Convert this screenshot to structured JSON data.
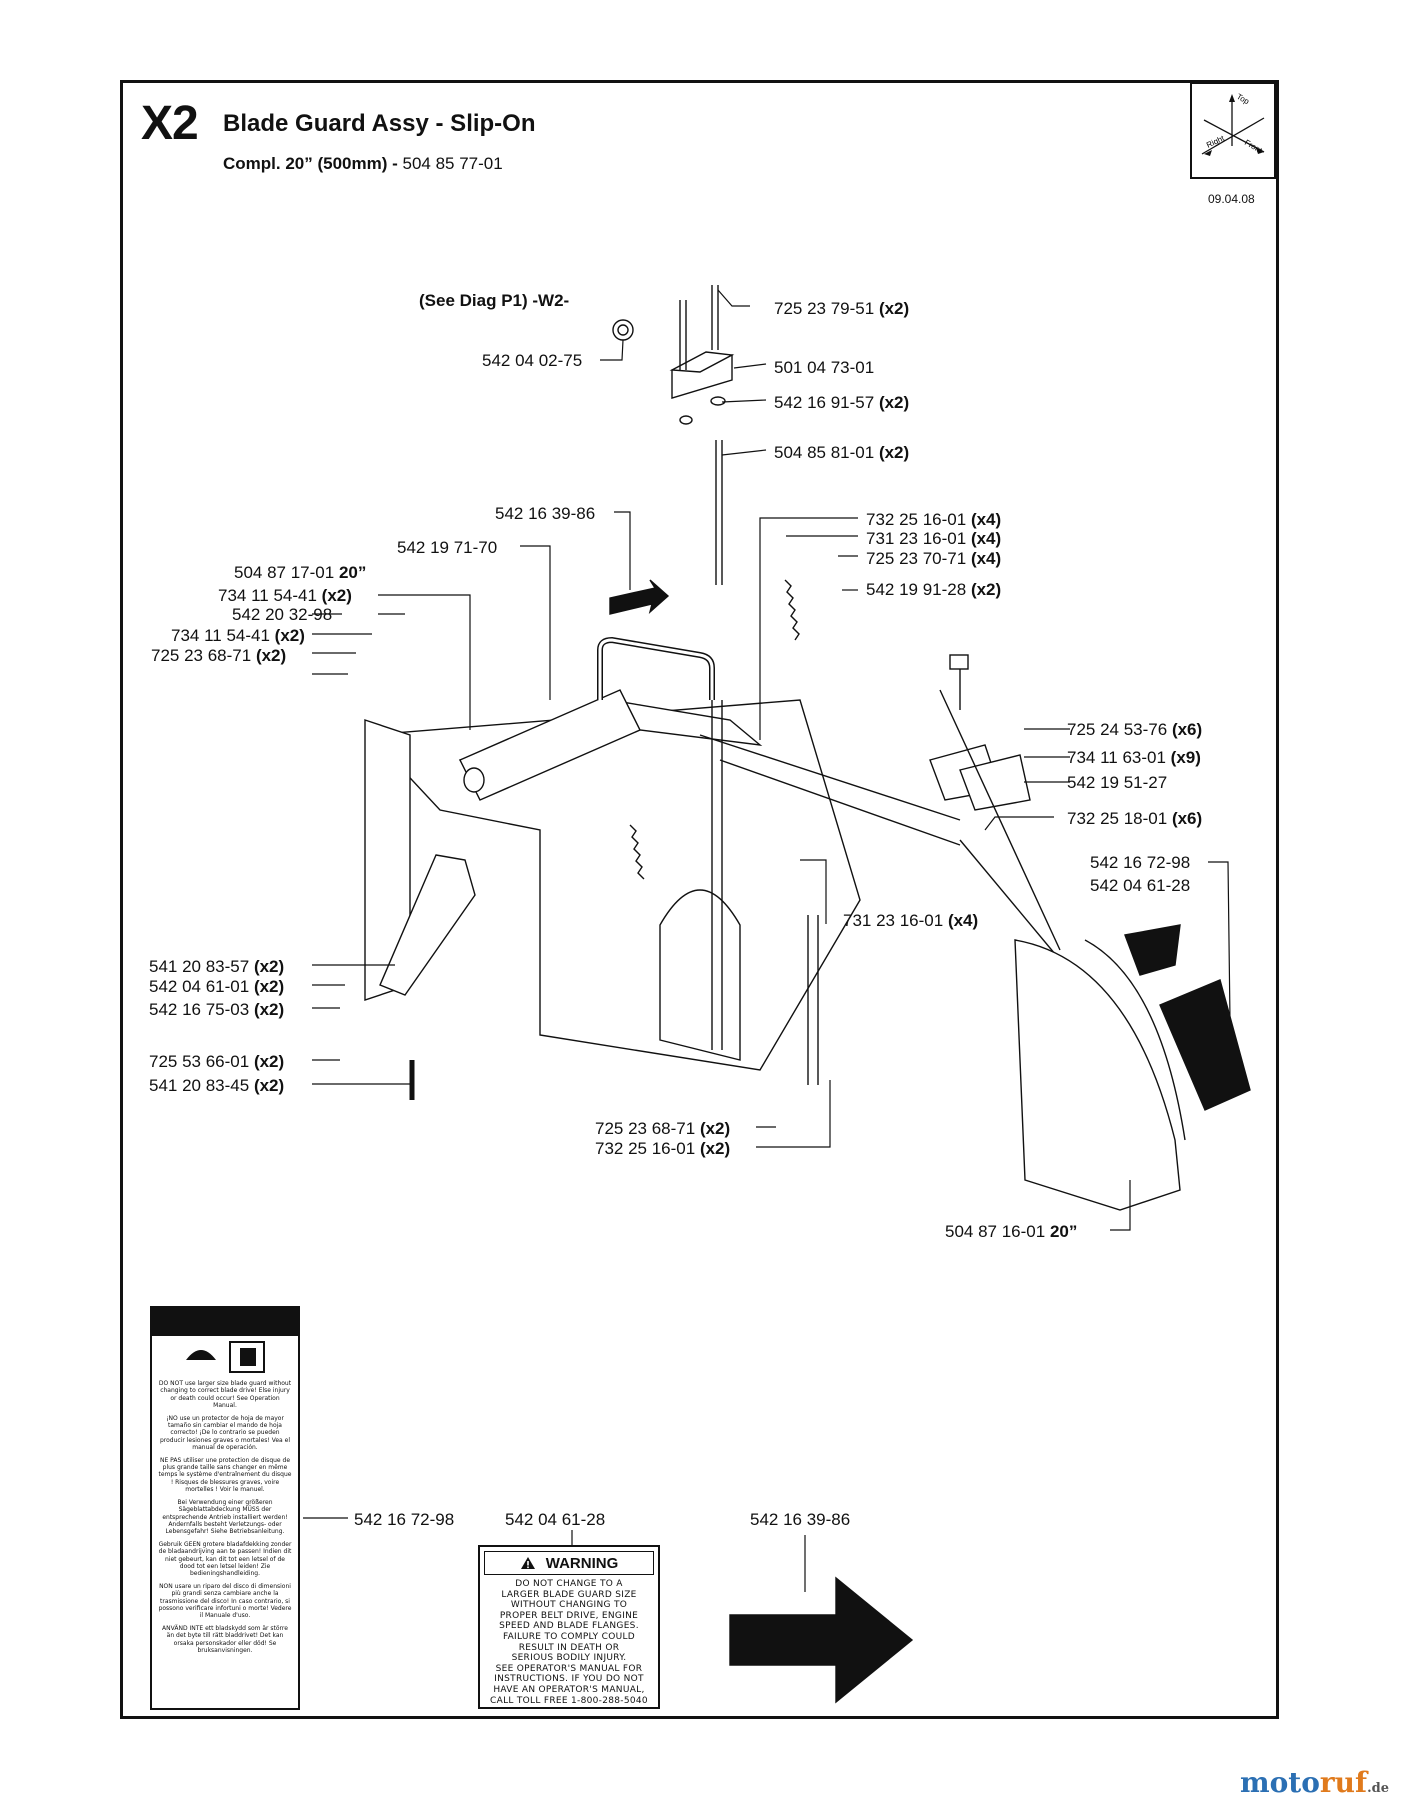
{
  "header": {
    "sheet_id": "X2",
    "title": "Blade Guard Assy - Slip-On",
    "subtitle_bold": "Compl. 20” (500mm) -",
    "subtitle_code": " 504 85 77-01",
    "date": "09.04.08"
  },
  "compass": {
    "top": "Top",
    "right": "Right",
    "front": "Front"
  },
  "reference": {
    "text": "(See Diag P1) -W2-"
  },
  "callouts": [
    {
      "code": "725 23 79-51",
      "qty": "(x2)"
    },
    {
      "code": "542 04 02-75",
      "qty": ""
    },
    {
      "code": "501 04 73-01",
      "qty": ""
    },
    {
      "code": "542 16 91-57",
      "qty": "(x2)"
    },
    {
      "code": "504 85 81-01",
      "qty": "(x2)"
    },
    {
      "code": "542 16 39-86",
      "qty": ""
    },
    {
      "code": "732 25 16-01",
      "qty": "(x4)"
    },
    {
      "code": "731 23 16-01",
      "qty": "(x4)"
    },
    {
      "code": "725 23 70-71",
      "qty": "(x4)"
    },
    {
      "code": "542 19 71-70",
      "qty": ""
    },
    {
      "code": "504 87 17-01",
      "qty": "20”"
    },
    {
      "code": "542 19 91-28",
      "qty": "(x2)"
    },
    {
      "code": "734 11 54-41",
      "qty": "(x2)"
    },
    {
      "code": "542 20 32-98",
      "qty": ""
    },
    {
      "code": "734 11 54-41",
      "qty": "(x2)"
    },
    {
      "code": "725 23 68-71",
      "qty": "(x2)"
    },
    {
      "code": "725 24 53-76",
      "qty": "(x6)"
    },
    {
      "code": "734 11 63-01",
      "qty": "(x9)"
    },
    {
      "code": "542 19 51-27",
      "qty": ""
    },
    {
      "code": "732 25 18-01",
      "qty": "(x6)"
    },
    {
      "code": "542 16 72-98",
      "qty": ""
    },
    {
      "code": "542 04 61-28",
      "qty": ""
    },
    {
      "code": "731 23 16-01",
      "qty": "(x4)"
    },
    {
      "code": "541 20 83-57",
      "qty": "(x2)"
    },
    {
      "code": "542 04 61-01",
      "qty": "(x2)"
    },
    {
      "code": "542 16 75-03",
      "qty": "(x2)"
    },
    {
      "code": "725 53 66-01",
      "qty": "(x2)"
    },
    {
      "code": "541 20 83-45",
      "qty": "(x2)"
    },
    {
      "code": "725 23 68-71",
      "qty": "(x2)"
    },
    {
      "code": "732 25 16-01",
      "qty": "(x2)"
    },
    {
      "code": "504 87 16-01",
      "qty": "20”"
    },
    {
      "code": "542 16 72-98",
      "qty": ""
    },
    {
      "code": "542 04 61-28",
      "qty": ""
    },
    {
      "code": "542 16 39-86",
      "qty": ""
    }
  ],
  "warning_label": {
    "header": "WARNING",
    "lines": [
      "DO NOT CHANGE TO A",
      "LARGER BLADE GUARD SIZE",
      "WITHOUT CHANGING TO",
      "PROPER BELT DRIVE, ENGINE",
      "SPEED AND BLADE FLANGES.",
      "FAILURE TO COMPLY COULD",
      "RESULT IN DEATH OR",
      "SERIOUS BODILY INJURY.",
      "SEE OPERATOR'S MANUAL FOR",
      "INSTRUCTIONS. IF YOU DO NOT",
      "HAVE AN OPERATOR'S MANUAL,",
      "CALL TOLL FREE 1-800-288-5040"
    ]
  },
  "multilang_label": {
    "paragraphs": [
      "DO NOT use larger size blade guard without changing to correct blade drive! Else injury or death could occur! See Operation Manual.",
      "¡NO use un protector de hoja de mayor tamaño sin cambiar el mando de hoja correcto! ¡De lo contrario se pueden producir lesiones graves o mortales! Vea el manual de operación.",
      "NE PAS utiliser une protection de disque de plus grande taille sans changer en même temps le système d'entraînement du disque ! Risques de blessures graves, voire mortelles ! Voir le manuel.",
      "Bei Verwendung einer größeren Sägeblattabdeckung MÜSS der entsprechende Antrieb installiert werden! Andernfalls besteht Verletzungs- oder Lebensgefahr! Siehe Betriebsanleitung.",
      "Gebruik GEEN grotere bladafdekking zonder de bladaandrijving aan te passen! Indien dit niet gebeurt, kan dit tot een letsel of de dood tot een letsel leiden! Zie bedieningshandleiding.",
      "NON usare un riparo del disco di dimensioni più grandi senza cambiare anche la trasmissione del disco! In caso contrario, si possono verificare infortuni o morte! Vedere il Manuale d'uso.",
      "ANVÄND INTE ett bladskydd som är större än det byte till rätt bladdrivet! Det kan orsaka personskador eller död! Se bruksanvisningen."
    ]
  },
  "watermark": {
    "part1": "moto",
    "part2": "ruf",
    "suffix": ".de"
  },
  "colors": {
    "ink": "#111111",
    "paper": "#ffffff",
    "logo_blue": "#2b6fb3",
    "logo_orange": "#e07a1c"
  }
}
